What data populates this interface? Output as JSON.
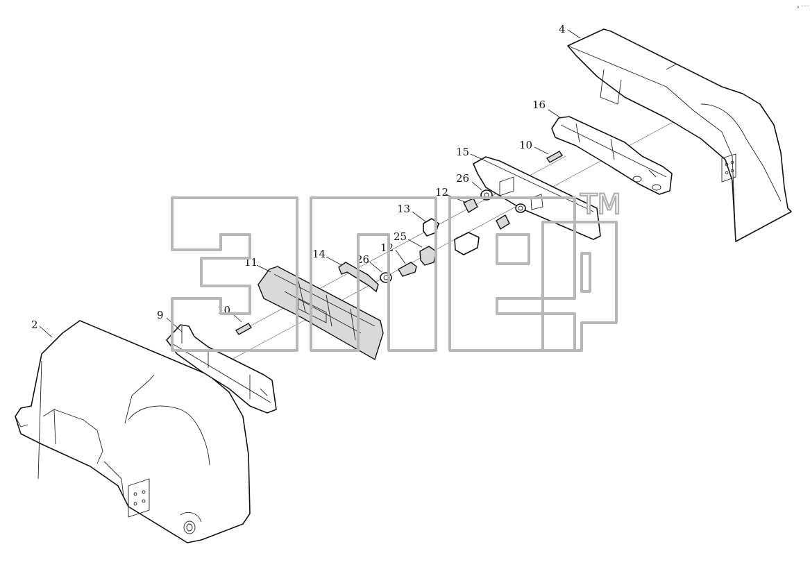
{
  "callouts": {
    "c2": "2",
    "c4": "4",
    "c9": "9",
    "c10a": "10",
    "c10b": "10",
    "c11": "11",
    "c12a": "12",
    "c12b": "12",
    "c13": "13",
    "c14": "14",
    "c15": "15",
    "c16": "16",
    "c25": "25",
    "c26a": "26",
    "c26b": "26"
  },
  "watermark": {
    "trademark": "TM"
  },
  "corner_mark": "₀ ⁻⁻⁻"
}
